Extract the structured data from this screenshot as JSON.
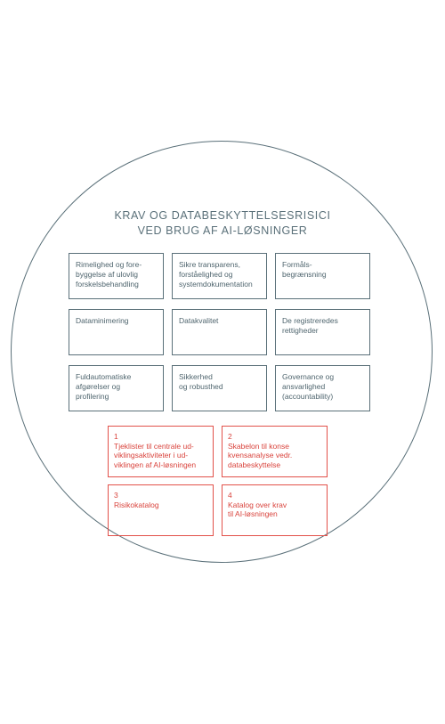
{
  "title": {
    "line1": "KRAV OG DATABESKYTTELSESRISICI",
    "line2": "VED BRUG AF AI-LØSNINGER"
  },
  "requirements": [
    {
      "label": "Rimelighed og fore-\nbyggelse af ulovlig\nforskelsbehandling"
    },
    {
      "label": "Sikre transparens,\nforståelighed og\nsystemdokumentation"
    },
    {
      "label": "Formåls-\nbegrænsning"
    },
    {
      "label": "Dataminimering"
    },
    {
      "label": "Datakvalitet"
    },
    {
      "label": "De registreredes\nrettigheder"
    },
    {
      "label": "Fuldautomatiske\nafgørelser og\nprofilering"
    },
    {
      "label": "Sikkerhed\nog robusthed"
    },
    {
      "label": "Governance og\nansvarlighed\n(accountability)"
    }
  ],
  "tools": [
    {
      "number": "1",
      "label": "Tjeklister til centrale ud-\nviklingsaktiviteter i ud-\nviklingen af AI-løsningen"
    },
    {
      "number": "2",
      "label": "Skabelon til konse\nkvensanalyse vedr.\ndatabeskyttelse"
    },
    {
      "number": "3",
      "label": "Risikokatalog"
    },
    {
      "number": "4",
      "label": "Katalog over krav\ntil AI-løsningen"
    }
  ],
  "colors": {
    "frame": "#5a7079",
    "accent": "#e2514a"
  }
}
